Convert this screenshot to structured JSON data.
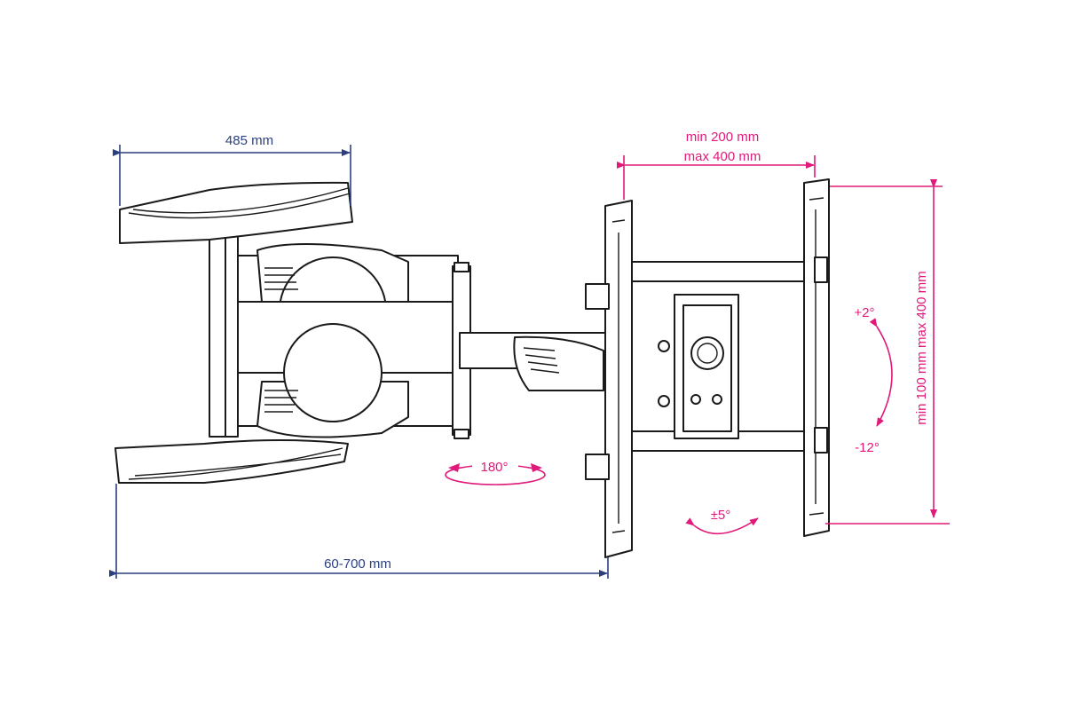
{
  "diagram": {
    "colors": {
      "dimension_blue": "#2b3f7f",
      "dimension_pink": "#e0197a",
      "line_art": "#1a1a1a"
    },
    "dimensions": {
      "wall_plate_width": "485 mm",
      "extension_range": "60-700 mm",
      "vesa_horizontal_min": "min 200 mm",
      "vesa_horizontal_max": "max 400 mm",
      "vesa_vertical": "min 100 mm max 400 mm"
    },
    "angles": {
      "swivel": "180°",
      "rotation": "±5°",
      "tilt_up": "+2°",
      "tilt_down": "-12°"
    }
  }
}
